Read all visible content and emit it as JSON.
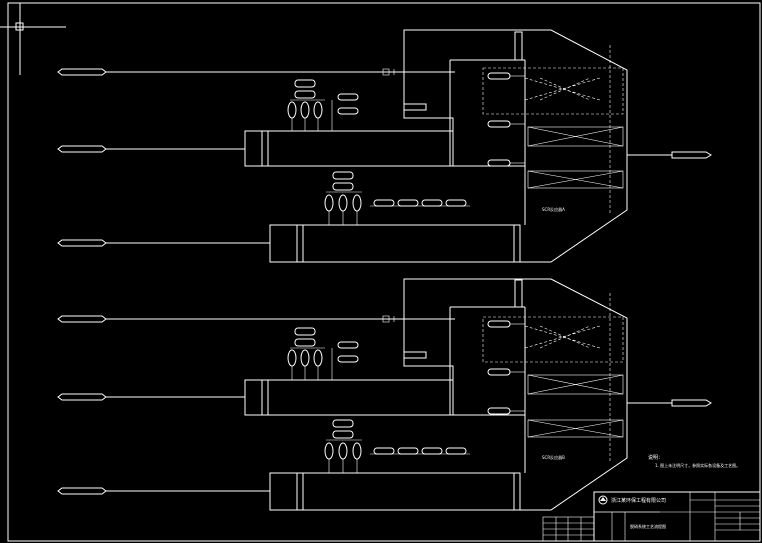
{
  "colors": {
    "background": "#000000",
    "lines": "#ffffff"
  },
  "units": [
    {
      "inlet_top_label": "",
      "inlet_mid_label": "",
      "inlet_bottom_label": "",
      "outlet_label": "",
      "reactor_label": "SCR反应器A",
      "reactor_tag": "",
      "reactor_sub": "",
      "pipe_note": "",
      "pipe_code": ""
    },
    {
      "inlet_top_label": "",
      "inlet_mid_label": "",
      "inlet_bottom_label": "",
      "outlet_label": "",
      "reactor_label": "SCR反应器B",
      "reactor_tag": "",
      "reactor_sub": "",
      "pipe_note": "",
      "pipe_code": ""
    }
  ],
  "notes": {
    "title": "说明：",
    "line1": "1. 图上未注明尺寸，参照实际各设备及工艺图。"
  },
  "title_block": {
    "company": "浙江某环保工程有限公司",
    "drawing_title": "脱硝系统工艺流程图"
  }
}
